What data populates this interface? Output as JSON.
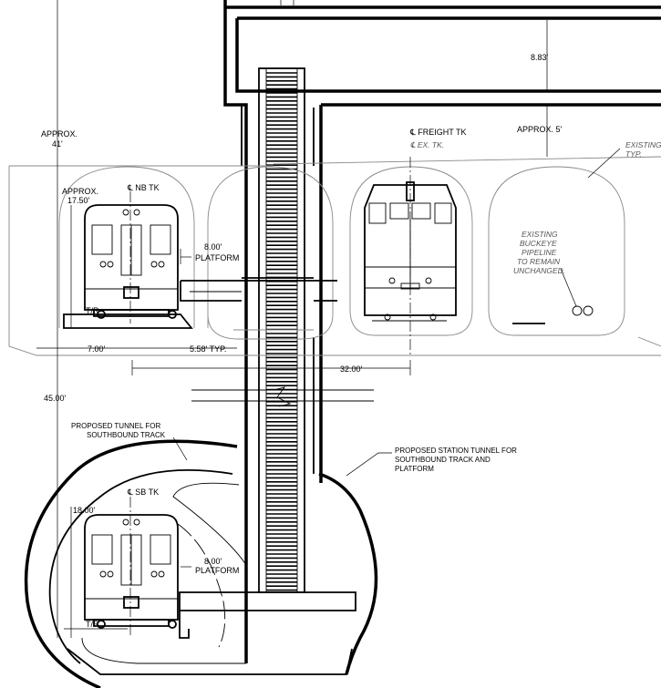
{
  "labels": {
    "approx41_a": "APPROX.",
    "approx41_b": "41'",
    "dim_883": "8.83'",
    "approx5": "APPROX. 5'",
    "freight_tk": "℄ FREIGHT TK",
    "ex_tk": "℄ EX. TK.",
    "existing_typ_a": "EXISTING",
    "existing_typ_b": "TYP.",
    "approx1750_a": "APPROX.",
    "approx1750_b": "17.50'",
    "nb_tk": "℄ NB TK",
    "platform_top_a": "8.00'",
    "platform_top_b": "PLATFORM",
    "buckeye_1": "EXISTING",
    "buckeye_2": "BUCKEYE",
    "buckeye_3": "PIPELINE",
    "buckeye_4": "TO REMAIN",
    "buckeye_5": "UNCHANGED.",
    "tr_top": "T/R",
    "dim_700": "7.00'",
    "dim_558": "5.58' TYP.",
    "dim_3200": "32.00'",
    "dim_4500": "45.00'",
    "sb_tunnel_1": "PROPOSED TUNNEL FOR",
    "sb_tunnel_2": "SOUTHBOUND TRACK",
    "station_tunnel_1": "PROPOSED STATION TUNNEL FOR",
    "station_tunnel_2": "SOUTHBOUND TRACK AND",
    "station_tunnel_3": "PLATFORM",
    "dim_1800": "18.00'",
    "sb_tk": "℄ SB TK",
    "platform_bot_a": "8.00'",
    "platform_bot_b": "PLATFORM",
    "tr_bot": "T/R"
  }
}
